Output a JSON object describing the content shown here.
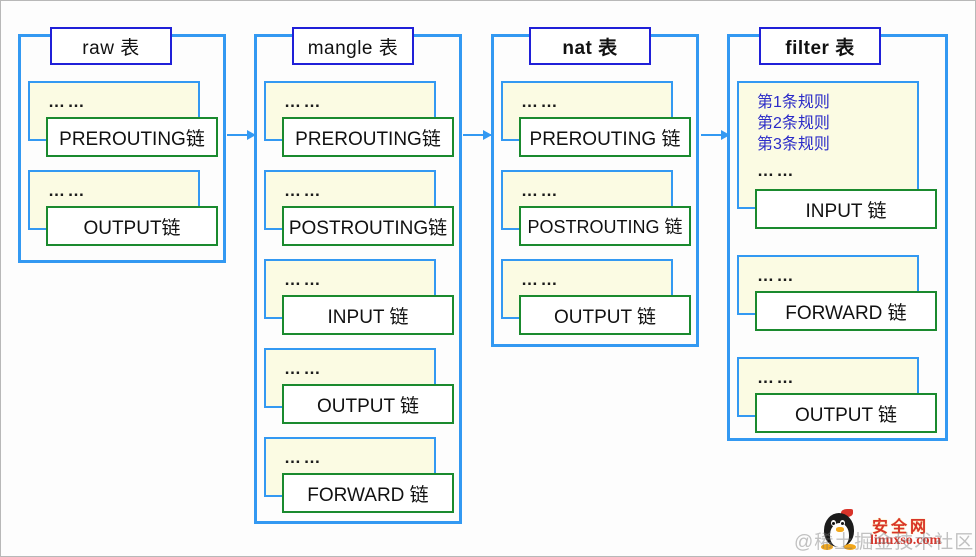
{
  "diagram": {
    "title": "iptables tables and chains",
    "colors": {
      "table_border": "#3399f2",
      "title_border": "#2020d8",
      "chain_border": "#1a8a2e",
      "rules_bg": "#fbfbe3",
      "rule_text": "#2b2bc8",
      "arrow": "#3399f2",
      "watermark": "#d8342a"
    },
    "ellipsis": "……",
    "tables": [
      {
        "id": "raw",
        "title": "raw 表",
        "title_bold": false,
        "chains": [
          {
            "label": "PREROUTING链",
            "rules": []
          },
          {
            "label": "OUTPUT链",
            "rules": []
          }
        ]
      },
      {
        "id": "mangle",
        "title": "mangle 表",
        "title_bold": false,
        "chains": [
          {
            "label": "PREROUTING链",
            "rules": []
          },
          {
            "label": "POSTROUTING链",
            "rules": []
          },
          {
            "label": "INPUT 链",
            "rules": []
          },
          {
            "label": "OUTPUT 链",
            "rules": []
          },
          {
            "label": "FORWARD 链",
            "rules": []
          }
        ]
      },
      {
        "id": "nat",
        "title": "nat 表",
        "title_bold": true,
        "chains": [
          {
            "label": "PREROUTING 链",
            "rules": []
          },
          {
            "label": "POSTROUTING 链",
            "rules": []
          },
          {
            "label": "OUTPUT 链",
            "rules": []
          }
        ]
      },
      {
        "id": "filter",
        "title": "filter 表",
        "title_bold": true,
        "chains": [
          {
            "label": "INPUT 链",
            "rules": [
              "第1条规则",
              "第2条规则",
              "第3条规则"
            ]
          },
          {
            "label": "FORWARD 链",
            "rules": []
          },
          {
            "label": "OUTPUT 链",
            "rules": []
          }
        ]
      }
    ],
    "arrows": [
      {
        "from": "raw",
        "to": "mangle"
      },
      {
        "from": "mangle",
        "to": "nat"
      },
      {
        "from": "nat",
        "to": "filter"
      }
    ]
  },
  "watermark": {
    "cn": "安全网",
    "url": "linuxso.com",
    "ghost": "@稀土掘金技术社区",
    "mascot": "penguin-icon"
  }
}
